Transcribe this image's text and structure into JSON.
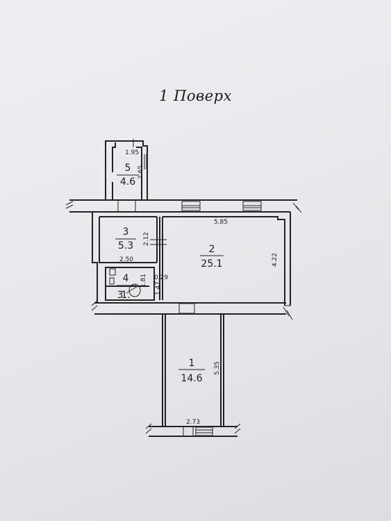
{
  "title": "1 Поверх",
  "rooms": [
    {
      "number": "1",
      "area": "14.6"
    },
    {
      "number": "2",
      "area": "25.1"
    },
    {
      "number": "3",
      "area": "5.3"
    },
    {
      "number": "4",
      "area": "1."
    },
    {
      "number": "5",
      "area": "4.6"
    }
  ],
  "extra_labels": {
    "room_small": "3"
  },
  "dimensions": {
    "d_1_95": "1.95",
    "d_2_65": "2.65",
    "d_2_12": "2.12",
    "d_5_85": "5.85",
    "d_4_22": "4.22",
    "d_2_50": "2.50",
    "d_1_81": "1.81",
    "d_0_29": "0.29",
    "d_1_47": "1.47",
    "d_5_35": "5.35",
    "d_2_73": "2.73"
  },
  "colors": {
    "paper": "#e9eaee",
    "ink": "#222222"
  }
}
